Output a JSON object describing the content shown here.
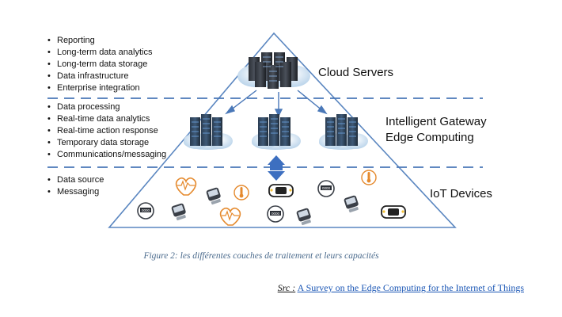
{
  "layers": [
    {
      "name": "Cloud Servers",
      "capabilities": [
        "Reporting",
        "Long-term data analytics",
        "Long-term data storage",
        "Data infrastructure",
        "Enterprise integration"
      ]
    },
    {
      "name_lines": [
        "Intelligent Gateway",
        "Edge Computing"
      ],
      "capabilities": [
        "Data processing",
        "Real-time data analytics",
        "Real-time action response",
        "Temporary data storage",
        "Communications/messaging"
      ]
    },
    {
      "name": "IoT Devices",
      "capabilities": [
        "Data source",
        "Messaging"
      ]
    }
  ],
  "device_labels": {
    "meter": "0000"
  },
  "colors": {
    "triangle": "#5a86c0",
    "dash": "#4a78b8",
    "link_blue": "#1a56b5",
    "caption": "#4a6a8c",
    "diamond": "#3d6fc0",
    "icon_orange": "#e58a2e"
  },
  "caption": "Figure 2: les différentes couches de traitement et leurs capacités",
  "source": {
    "prefix": "Src :",
    "link_text": "A Survey on the Edge Computing for the Internet of Things"
  }
}
